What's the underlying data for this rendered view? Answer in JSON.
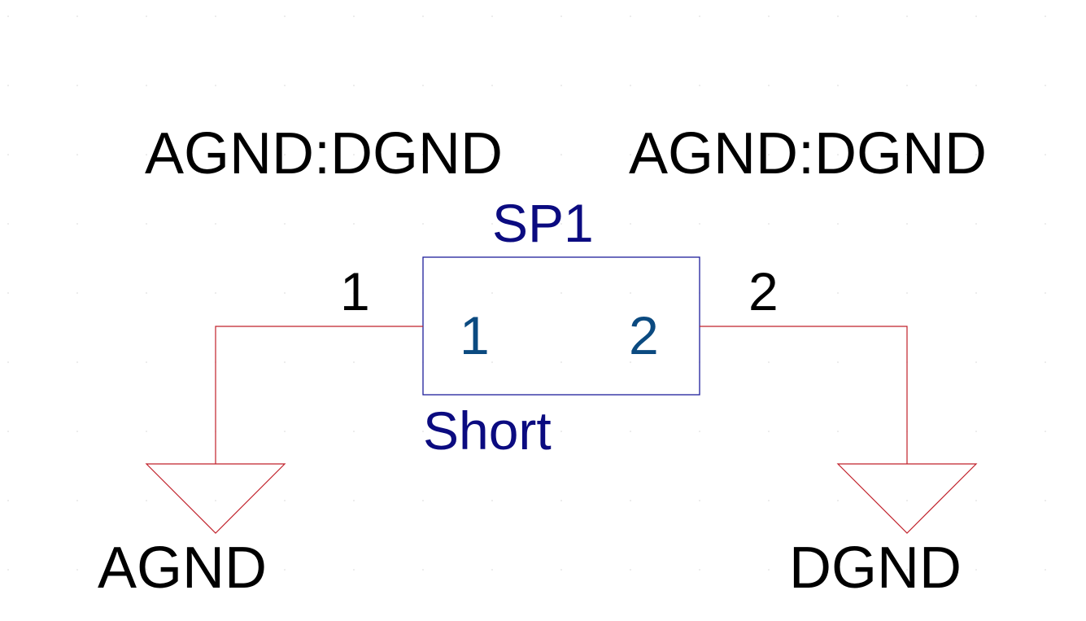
{
  "schematic": {
    "net_labels": {
      "left": "AGND:DGND",
      "right": "AGND:DGND"
    },
    "component": {
      "refdes": "SP1",
      "value": "Short",
      "pin1_inner": "1",
      "pin2_inner": "2"
    },
    "pin_numbers": {
      "left": "1",
      "right": "2"
    },
    "ground_symbols": {
      "left": "AGND",
      "right": "DGND"
    }
  },
  "colors": {
    "background": "#ffffff",
    "wire": "#c0202a",
    "component_body": "#1e1e9a",
    "refdes_text": "#0b0b80",
    "inner_pin_text": "#0b4a80",
    "black_text": "#000000",
    "grid_dot": "#d8d8d8"
  }
}
